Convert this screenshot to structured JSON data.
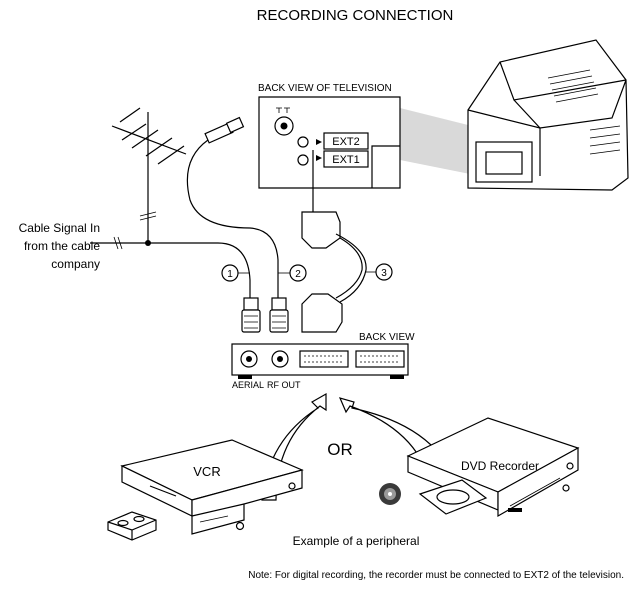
{
  "title": "RECORDING CONNECTION",
  "tv_back_label": "BACK VIEW OF TELEVISION",
  "ext2_label": "EXT2",
  "ext1_label": "EXT1",
  "cable_signal_lines": [
    "Cable Signal In",
    "from the cable",
    "company"
  ],
  "cable_numbers": [
    "1",
    "2",
    "3"
  ],
  "back_view_label": "BACK VIEW",
  "aerial_label": "AERIAL",
  "rf_out_label": "RF OUT",
  "or_label": "OR",
  "vcr_label": "VCR",
  "dvd_label": "DVD Recorder",
  "peripheral_caption": "Example of a peripheral",
  "note": "Note: For digital recording, the recorder must be connected to EXT2 of the television."
}
